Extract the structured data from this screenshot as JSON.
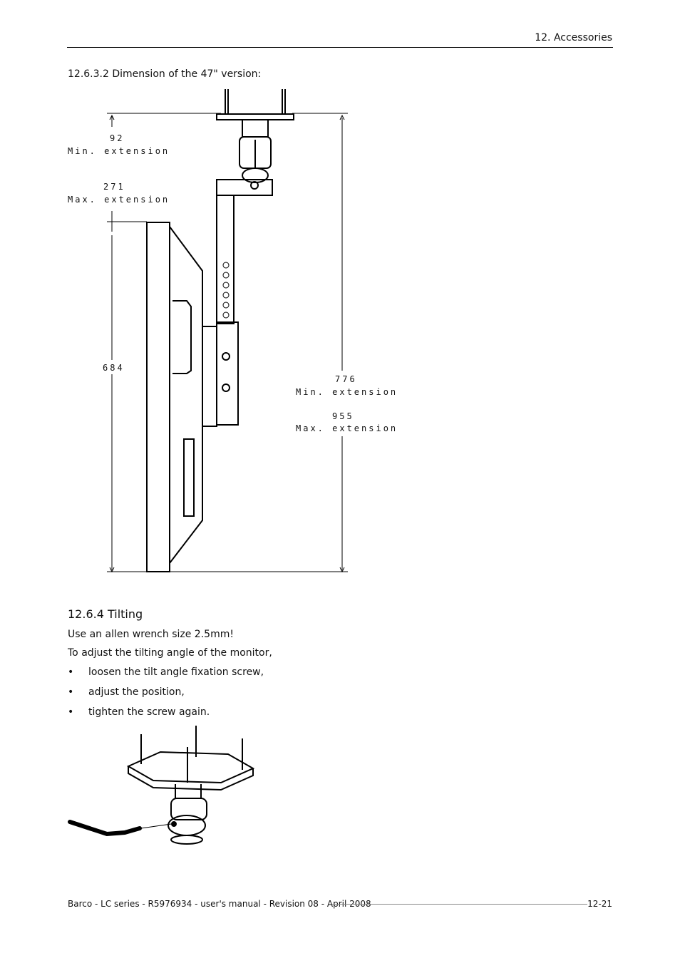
{
  "header": {
    "chapter": "12. Accessories"
  },
  "dimension_section": {
    "heading": "12.6.3.2 Dimension of the 47\" version:",
    "labels": {
      "top_min_value": "92",
      "top_min_text": "Min. extension",
      "top_max_value": "271",
      "top_max_text": "Max. extension",
      "height_value": "684",
      "total_min_value": "776",
      "total_min_text": "Min. extension",
      "total_max_value": "955",
      "total_max_text": "Max. extension"
    }
  },
  "tilting_section": {
    "heading": "12.6.4 Tilting",
    "line1": "Use an allen wrench size 2.5mm!",
    "line2": "To adjust the tilting angle of the monitor,",
    "bullets": [
      "loosen the tilt angle fixation screw,",
      "adjust the position,",
      "tighten the screw again."
    ]
  },
  "footer": {
    "left": "Barco - LC series - R5976934 - user's manual - Revision 08 - April 2008",
    "right": "12-21"
  }
}
